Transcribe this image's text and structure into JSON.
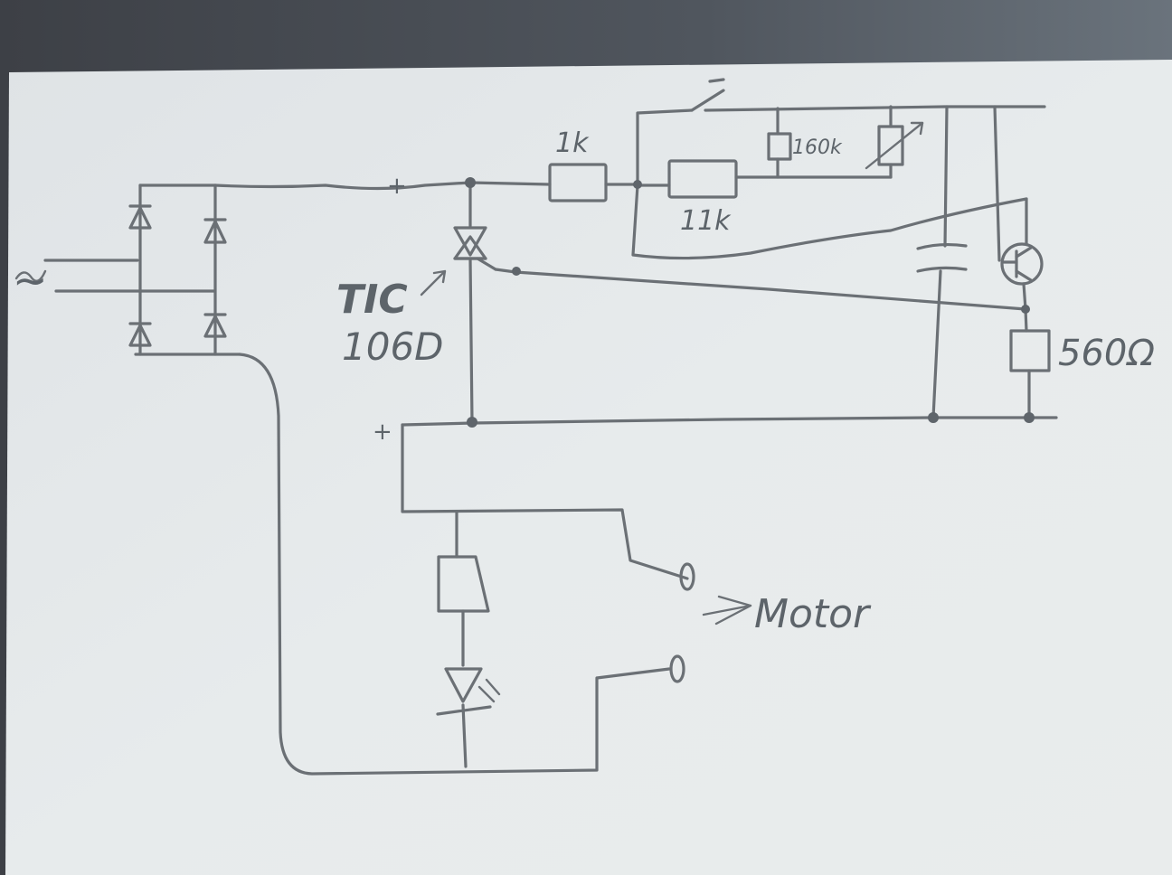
{
  "diagram": {
    "labels": {
      "ac_symbol": "~",
      "plus_top": "+",
      "plus_bottom": "+",
      "triac_line1": "TIC",
      "triac_line2": "106D",
      "r_1k": "1k",
      "r_11k": "11k",
      "r_160k": "160k",
      "r_560": "560Ω",
      "motor": "Motor"
    },
    "colors": {
      "paper": "#e4e8ea",
      "ink": "#6b7075",
      "background": "#4a5058"
    }
  }
}
